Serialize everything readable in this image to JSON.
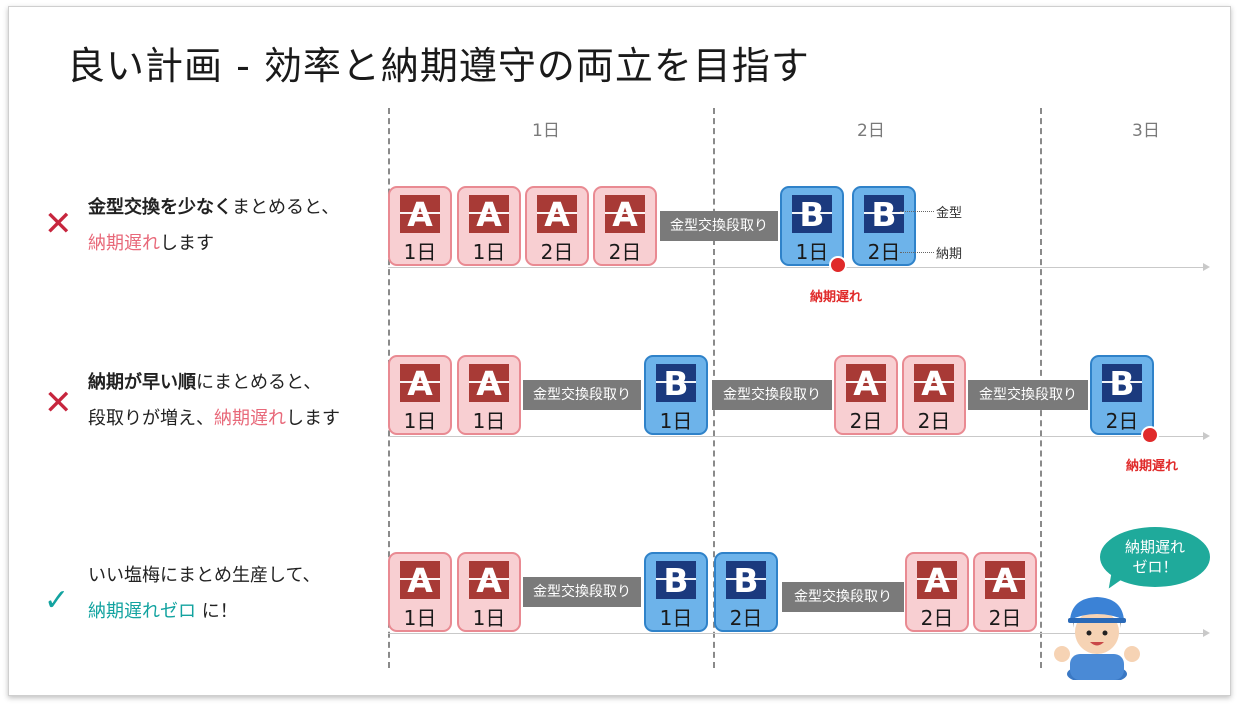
{
  "title": "良い計画 - 効率と納期遵守の両立を目指す",
  "days": [
    "1日",
    "2日",
    "3日"
  ],
  "setup_label": "金型交換段取り",
  "late_label": "納期遅れ",
  "legend": {
    "mold": "金型",
    "due": "納期"
  },
  "rows": [
    {
      "mark": "✕",
      "line1": {
        "b1": "金型交換を少なく",
        "t1": "まとめると、"
      },
      "line2": {
        "p1": "納期遅れ",
        "t2": "します"
      },
      "blocks": [
        {
          "mold": "A",
          "due": "1日"
        },
        {
          "mold": "A",
          "due": "1日"
        },
        {
          "mold": "A",
          "due": "2日"
        },
        {
          "mold": "A",
          "due": "2日"
        },
        {
          "mold": "B",
          "due": "1日"
        },
        {
          "mold": "B",
          "due": "2日"
        }
      ]
    },
    {
      "mark": "✕",
      "line1": {
        "b1": "納期が早い順",
        "t1": "にまとめると、"
      },
      "line2": {
        "t0": "段取りが増え、",
        "p1": "納期遅れ",
        "t2": "します"
      },
      "blocks": [
        {
          "mold": "A",
          "due": "1日"
        },
        {
          "mold": "A",
          "due": "1日"
        },
        {
          "mold": "B",
          "due": "1日"
        },
        {
          "mold": "A",
          "due": "2日"
        },
        {
          "mold": "A",
          "due": "2日"
        },
        {
          "mold": "B",
          "due": "2日"
        }
      ]
    },
    {
      "mark": "✓",
      "line1": {
        "t1": "いい塩梅にまとめ生産して、"
      },
      "line2": {
        "p1": "納期遅れゼロ",
        "t2": " に！"
      },
      "blocks": [
        {
          "mold": "A",
          "due": "1日"
        },
        {
          "mold": "A",
          "due": "1日"
        },
        {
          "mold": "B",
          "due": "1日"
        },
        {
          "mold": "B",
          "due": "2日"
        },
        {
          "mold": "A",
          "due": "2日"
        },
        {
          "mold": "A",
          "due": "2日"
        }
      ]
    }
  ],
  "bubble": {
    "line1": "納期遅れ",
    "line2": "ゼロ！"
  },
  "colors": {
    "late": "#e02a2a",
    "pink_text": "#e8697a",
    "teal": "#13a3a0",
    "mold_a": "#a83a36",
    "mold_b": "#1b3a7e"
  }
}
